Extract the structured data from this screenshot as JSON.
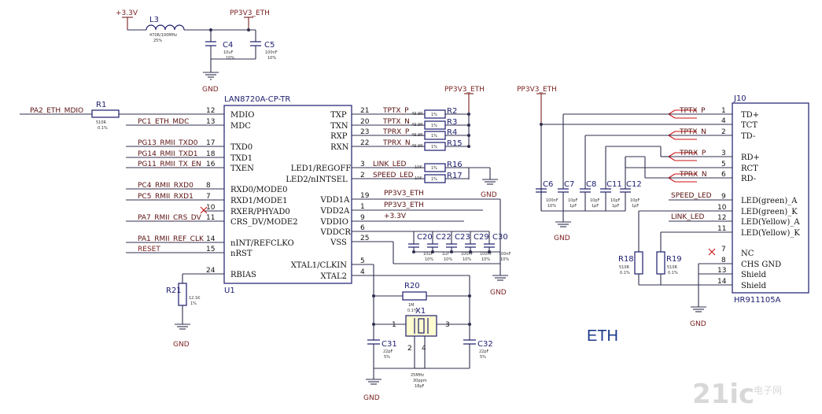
{
  "title": "ETH",
  "watermark": {
    "brand": "21ic",
    "cn": "电子网"
  },
  "power": {
    "p33": "+3.3V",
    "pp3v3": "PP3V3_ETH",
    "gnd": "GND"
  },
  "filter": {
    "l3": {
      "ref": "L3",
      "val": "470R/100MHz",
      "tol": "25%"
    },
    "c4": {
      "ref": "C4",
      "val": "10uF",
      "tol": "10%"
    },
    "c5": {
      "ref": "C5",
      "val": "100nF",
      "tol": "10%"
    }
  },
  "u1": {
    "part": "LAN8720A-CP-TR",
    "ref": "U1",
    "left_pins": [
      {
        "num": "12",
        "name": "MDIO",
        "net": "PA2_ETH_MDIO"
      },
      {
        "num": "13",
        "name": "MDC",
        "net": "PC1_ETH_MDC"
      },
      {
        "num": "17",
        "name": "TXD0",
        "net": "PG13_RMII_TXD0"
      },
      {
        "num": "18",
        "name": "TXD1",
        "net": "PG14_RMII_TXD1"
      },
      {
        "num": "16",
        "name": "TXEN",
        "net": "PG11_RMII_TX_EN"
      },
      {
        "num": "8",
        "name": "RXD0/MODE0",
        "net": "PC4_RMII_RXD0"
      },
      {
        "num": "7",
        "name": "RXD1/MODE1",
        "net": "PC5_RMII_RXD1"
      },
      {
        "num": "10",
        "name": "RXER/PHYAD0",
        "net": ""
      },
      {
        "num": "11",
        "name": "CRS_DV/MODE2",
        "net": "PA7_RMII_CRS_DV"
      },
      {
        "num": "14",
        "name": "nINT/REFCLKO",
        "net": "PA1_RMII_REF_CLK"
      },
      {
        "num": "15",
        "name": "nRST",
        "net": "RESET"
      },
      {
        "num": "24",
        "name": "RBIAS",
        "net": ""
      }
    ],
    "right_pins": [
      {
        "num": "21",
        "name": "TXP"
      },
      {
        "num": "20",
        "name": "TXN"
      },
      {
        "num": "23",
        "name": "RXP"
      },
      {
        "num": "22",
        "name": "RXN"
      },
      {
        "num": "3",
        "name": "LED1/REGOFF"
      },
      {
        "num": "2",
        "name": "LED2/nINTSEL"
      },
      {
        "num": "19",
        "name": "VDD1A"
      },
      {
        "num": "1",
        "name": "VDD2A"
      },
      {
        "num": "9",
        "name": "VDDIO"
      },
      {
        "num": "6",
        "name": "VDDCR"
      },
      {
        "num": "25",
        "name": "VSS"
      },
      {
        "num": "5",
        "name": "XTAL1/CLKIN"
      },
      {
        "num": "4",
        "name": "XTAL2"
      }
    ]
  },
  "r1": {
    "ref": "R1",
    "val": "510R",
    "tol": "0.1%"
  },
  "r21": {
    "ref": "R21",
    "val": "12.1K",
    "tol": "1%"
  },
  "tx_nets": [
    "TPTX_P",
    "TPTX_N",
    "TPRX_P",
    "TPRX_N"
  ],
  "tx_res": [
    {
      "ref": "R2",
      "val": "49.9R",
      "tol": "1%"
    },
    {
      "ref": "R3",
      "val": "49.9R",
      "tol": "1%"
    },
    {
      "ref": "R4",
      "val": "49.9R",
      "tol": "1%"
    },
    {
      "ref": "R15",
      "val": "49.9R",
      "tol": "1%"
    }
  ],
  "led_nets": [
    "LINK_LED",
    "SPEED_LED"
  ],
  "led_res": [
    {
      "ref": "R16",
      "val": "10K",
      "tol": "1%"
    },
    {
      "ref": "R17",
      "val": "10K",
      "tol": "1%"
    }
  ],
  "supply_nets": [
    "PP3V3_ETH",
    "PP3V3_ETH",
    "+3.3V"
  ],
  "decaps": [
    {
      "ref": "C20",
      "val": "10uF",
      "tol": "10%"
    },
    {
      "ref": "C22",
      "val": "1uF",
      "tol": "10%"
    },
    {
      "ref": "C23",
      "val": "100nF",
      "tol": "10%"
    },
    {
      "ref": "C29",
      "val": "100nF",
      "tol": "10%"
    },
    {
      "ref": "C30",
      "val": "100nF",
      "tol": "10%"
    }
  ],
  "crystal": {
    "r20": {
      "ref": "R20",
      "val": "1M",
      "tol": "0.1%"
    },
    "x1": {
      "ref": "X1",
      "val": "25MHz",
      "ppm": "30ppm",
      "load": "18pF"
    },
    "c31": {
      "ref": "C31",
      "val": "22pF",
      "tol": "5%"
    },
    "c32": {
      "ref": "C32",
      "val": "22pF",
      "tol": "5%"
    }
  },
  "jcaps": [
    {
      "ref": "C6",
      "val": "100nF",
      "tol": "10%"
    },
    {
      "ref": "C7",
      "val": "10pF",
      "tol": "1pF"
    },
    {
      "ref": "C8",
      "val": "10pF",
      "tol": "1pF"
    },
    {
      "ref": "C11",
      "val": "10pF",
      "tol": "1pF"
    },
    {
      "ref": "C12",
      "val": "10pF",
      "tol": "1pF"
    }
  ],
  "j10": {
    "ref": "J10",
    "part": "HR911105A",
    "pins": [
      {
        "num": "1",
        "name": "TD+"
      },
      {
        "num": "4",
        "name": "TCT"
      },
      {
        "num": "2",
        "name": "TD-"
      },
      {
        "num": "3",
        "name": "RD+"
      },
      {
        "num": "5",
        "name": "RCT"
      },
      {
        "num": "6",
        "name": "RD-"
      },
      {
        "num": "9",
        "name": "LED(green)_A"
      },
      {
        "num": "10",
        "name": "LED(green)_K"
      },
      {
        "num": "12",
        "name": "LED(Yellow)_A"
      },
      {
        "num": "11",
        "name": "LED(Yellow)_K"
      },
      {
        "num": "7",
        "name": "NC"
      },
      {
        "num": "8",
        "name": "CHS GND"
      },
      {
        "num": "13",
        "name": "Shield"
      },
      {
        "num": "14",
        "name": "Shield"
      }
    ],
    "in_nets": [
      "TPTX_P",
      "TPTX_N",
      "TPRX_P",
      "TPRX_N"
    ],
    "led_nets": [
      "SPEED_LED",
      "LINK_LED"
    ]
  },
  "r18": {
    "ref": "R18",
    "val": "510R",
    "tol": "0.1%"
  },
  "r19": {
    "ref": "R19",
    "val": "510R",
    "tol": "0.1%"
  }
}
